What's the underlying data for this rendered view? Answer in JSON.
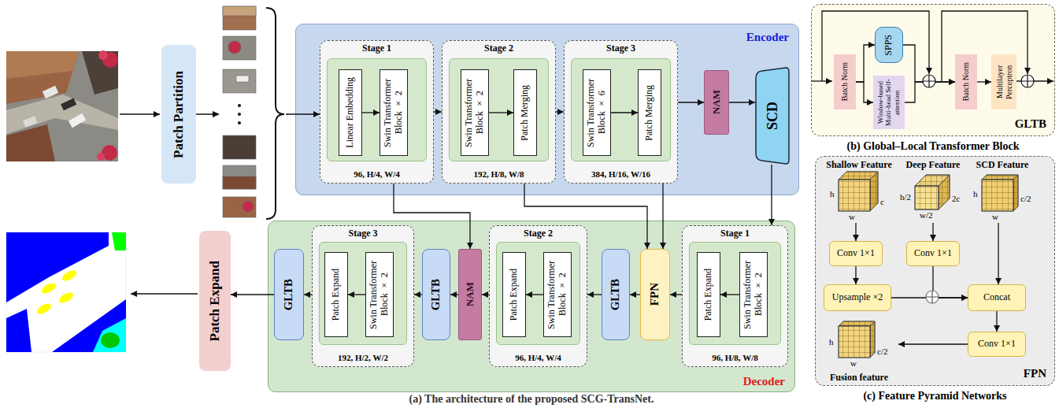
{
  "diagram": {
    "caption": "(a) The architecture of the proposed SCG-TransNet.",
    "nodes": [
      {
        "text": [
          "Patch Partition"
        ]
      },
      {
        "text": [
          "Encoder"
        ]
      },
      {
        "text": [
          "Stage 1",
          "96, H/4, W/4"
        ],
        "in": 1
      },
      {
        "text": [
          "Linear Embedding"
        ],
        "in": 2
      },
      {
        "text": [
          "Swin Transformer Block × 2"
        ],
        "in": 2
      },
      {
        "text": [
          "Stage 2",
          "192, H/8, W/8"
        ],
        "in": 1
      },
      {
        "text": [
          "Swin Transformer Block × 2"
        ],
        "in": 5
      },
      {
        "text": [
          "Patch Merging"
        ],
        "in": 5
      },
      {
        "text": [
          "Stage 3",
          "384, H/16, W/16"
        ],
        "in": 1
      },
      {
        "text": [
          "Swin Transformer Block × 6"
        ],
        "in": 8
      },
      {
        "text": [
          "Patch Merging"
        ],
        "in": 8
      },
      {
        "text": [
          "NAM"
        ],
        "in": 1
      },
      {
        "text": [
          "SCD"
        ],
        "in": 1
      },
      {
        "text": [
          "Decoder"
        ]
      },
      {
        "text": [
          "GLTB"
        ],
        "in": 13
      },
      {
        "text": [
          "Stage 3",
          "192, H/2, W/2"
        ],
        "in": 13
      },
      {
        "text": [
          "Patch Expand"
        ],
        "in": 15
      },
      {
        "text": [
          "Swin Transformer Block × 2"
        ],
        "in": 15
      },
      {
        "text": [
          "GLTB"
        ],
        "in": 13
      },
      {
        "text": [
          "NAM"
        ],
        "in": 13
      },
      {
        "text": [
          "Stage 2",
          "96, H/4, W/4"
        ],
        "in": 13
      },
      {
        "text": [
          "Patch Expand"
        ],
        "in": 20
      },
      {
        "text": [
          "Swin Transformer Block × 2"
        ],
        "in": 20
      },
      {
        "text": [
          "GLTB"
        ],
        "in": 13
      },
      {
        "text": [
          "FPN"
        ],
        "in": 13
      },
      {
        "text": [
          "Stage 1",
          "96, H/8, W/8"
        ],
        "in": 13
      },
      {
        "text": [
          "Patch Expand"
        ],
        "in": 25
      },
      {
        "text": [
          "Swin Transformer Block × 2"
        ],
        "in": 25
      },
      {
        "text": [
          "Patch Expand"
        ]
      },
      {
        "text": [
          "GLTB",
          "(b) Global–Local Transformer Block"
        ]
      },
      {
        "text": [
          "Batch Norm"
        ],
        "in": 29
      },
      {
        "text": [
          "SPPS"
        ],
        "in": 29
      },
      {
        "text": [
          "Window-based Multi-head Self-attention"
        ],
        "in": 29
      },
      {
        "text": [
          "Batch Norm"
        ],
        "in": 29
      },
      {
        "text": [
          "Multilayer Perceptron"
        ],
        "in": 29
      },
      {
        "text": [
          "FPN",
          "(c) Feature Pyramid Networks"
        ]
      },
      {
        "text": [
          "Shallow Feature"
        ],
        "in": 35
      },
      {
        "text": [
          "Deep Feature"
        ],
        "in": 35
      },
      {
        "text": [
          "SCD Feature"
        ],
        "in": 35
      },
      {
        "text": [
          "Conv 1×1"
        ],
        "in": 35
      },
      {
        "text": [
          "Conv 1×1"
        ],
        "in": 35
      },
      {
        "text": [
          "Upsample ×2"
        ],
        "in": 35
      },
      {
        "text": [
          "Concat"
        ],
        "in": 35
      },
      {
        "text": [
          "Conv 1×1"
        ],
        "in": 35
      },
      {
        "text": [
          "Fusion feature"
        ],
        "in": 35
      }
    ],
    "edges": [
      {
        "from": 0,
        "to": 2,
        "arrow": "to"
      },
      {
        "from": 3,
        "to": 4,
        "arrow": "to"
      },
      {
        "from": 2,
        "to": 5,
        "arrow": "to"
      },
      {
        "from": 6,
        "to": 7,
        "arrow": "to"
      },
      {
        "from": 5,
        "to": 8,
        "arrow": "to"
      },
      {
        "from": 9,
        "to": 10,
        "arrow": "to"
      },
      {
        "from": 8,
        "to": 11,
        "arrow": "to"
      },
      {
        "from": 11,
        "to": 12,
        "arrow": "to"
      },
      {
        "from": 12,
        "to": 25,
        "arrow": "to"
      },
      {
        "from": 27,
        "to": 26,
        "arrow": "to"
      },
      {
        "from": 25,
        "to": 24,
        "arrow": "to"
      },
      {
        "from": 24,
        "to": 23,
        "arrow": "to"
      },
      {
        "from": 23,
        "to": 20,
        "arrow": "to"
      },
      {
        "from": 22,
        "to": 21,
        "arrow": "to"
      },
      {
        "from": 20,
        "to": 19,
        "arrow": "to"
      },
      {
        "from": 19,
        "to": 18,
        "arrow": "to"
      },
      {
        "from": 18,
        "to": 15,
        "arrow": "to"
      },
      {
        "from": 17,
        "to": 16,
        "arrow": "to"
      },
      {
        "from": 15,
        "to": 14,
        "arrow": "to"
      },
      {
        "from": 14,
        "to": 28,
        "arrow": "to"
      },
      {
        "from": 2,
        "to": 19,
        "arrow": "to"
      },
      {
        "from": 5,
        "to": 24,
        "arrow": "to"
      },
      {
        "from": 8,
        "to": 24,
        "arrow": "to"
      },
      {
        "from": 30,
        "to": 31,
        "arrow": "to"
      },
      {
        "from": 30,
        "to": 32,
        "arrow": "to"
      },
      {
        "from": 31,
        "to": 33,
        "arrow": "to"
      },
      {
        "from": 32,
        "to": 33,
        "arrow": "to"
      },
      {
        "from": 33,
        "to": 34,
        "arrow": "to"
      },
      {
        "from": 36,
        "to": 39,
        "arrow": "to"
      },
      {
        "from": 37,
        "to": 40,
        "arrow": "to"
      },
      {
        "from": 39,
        "to": 41,
        "arrow": "to"
      },
      {
        "from": 41,
        "to": 42,
        "arrow": "to"
      },
      {
        "from": 40,
        "to": 42,
        "arrow": "to"
      },
      {
        "from": 38,
        "to": 42,
        "arrow": "to"
      },
      {
        "from": 42,
        "to": 43,
        "arrow": "to"
      },
      {
        "from": 43,
        "to": 44,
        "arrow": "to"
      }
    ],
    "labels": [
      "h",
      "w",
      "c",
      "h/2",
      "w/2",
      "2c",
      "h",
      "w",
      "c/2",
      "h",
      "w",
      "c/2"
    ]
  }
}
